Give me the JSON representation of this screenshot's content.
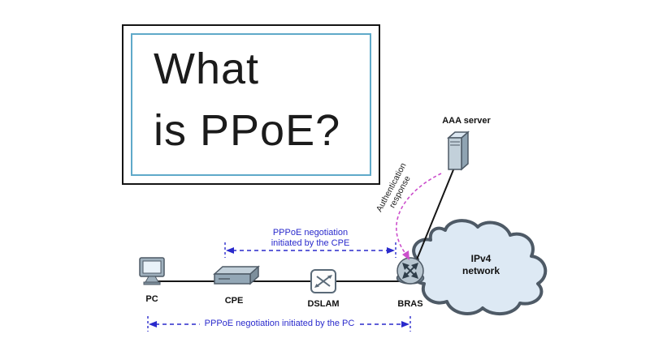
{
  "title": {
    "line1": "What",
    "line2": "is PPoE?"
  },
  "devices": {
    "pc": "PC",
    "cpe": "CPE",
    "dslam": "DSLAM",
    "bras": "BRAS",
    "aaa_server": "AAA server",
    "cloud": {
      "line1": "IPv4",
      "line2": "network"
    }
  },
  "annotations": {
    "cpe_negotiation": {
      "line1": "PPPoE negotiation",
      "line2": "initiated by the CPE"
    },
    "pc_negotiation": "PPPoE negotiation initiated by the PC",
    "auth_response": {
      "line1": "Authentication",
      "line2": "response"
    }
  },
  "colors": {
    "annotation_blue": "#2a2acc",
    "auth_magenta": "#cc4fcc",
    "cloud_fill": "#dde9f4",
    "cloud_stroke": "#4e5a66",
    "title_inner_border": "#5fa9c9"
  }
}
